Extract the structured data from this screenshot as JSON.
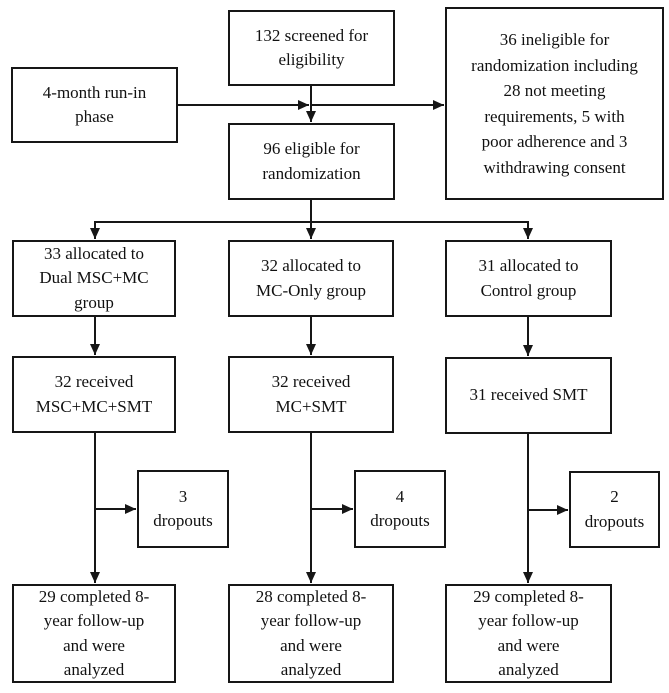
{
  "diagram": {
    "type": "flowchart",
    "description": "CONSORT-style participant flow diagram with 8-year follow-up",
    "colors": {
      "background": "#ffffff",
      "box_border": "#161616",
      "line": "#161616",
      "text": "#111111"
    },
    "nodes": {
      "screened": "132 screened for\neligibility",
      "ineligible": "36 ineligible for\nrandomization including\n28 not meeting\nrequirements, 5 with\npoor adherence and 3\nwithdrawing consent",
      "run_in": "4-month run-in\nphase",
      "eligible": "96 eligible for\nrandomization",
      "alloc_dual": "33 allocated to\nDual MSC+MC\ngroup",
      "alloc_mc_only": "32 allocated to\nMC-Only group",
      "alloc_control": "31 allocated to\nControl group",
      "recv_dual": "32 received\nMSC+MC+SMT",
      "recv_mc_only": "32 received\nMC+SMT",
      "recv_control": "31 received SMT",
      "drop_dual": "3\ndropouts",
      "drop_mc_only": "4\ndropouts",
      "drop_control": "2\ndropouts",
      "comp_dual": "29 completed 8-\nyear follow-up\nand were\nanalyzed",
      "comp_mc_only": "28 completed 8-\nyear follow-up\nand were\nanalyzed",
      "comp_control": "29 completed 8-\nyear follow-up\nand were\nanalyzed"
    },
    "counts": {
      "screened": 132,
      "ineligible": 36,
      "not_meeting_requirements": 28,
      "poor_adherence": 5,
      "withdrew_consent": 3,
      "eligible": 96,
      "allocated": [
        33,
        32,
        31
      ],
      "received": [
        32,
        32,
        31
      ],
      "dropouts": [
        3,
        4,
        2
      ],
      "completed": [
        29,
        28,
        29
      ]
    }
  }
}
